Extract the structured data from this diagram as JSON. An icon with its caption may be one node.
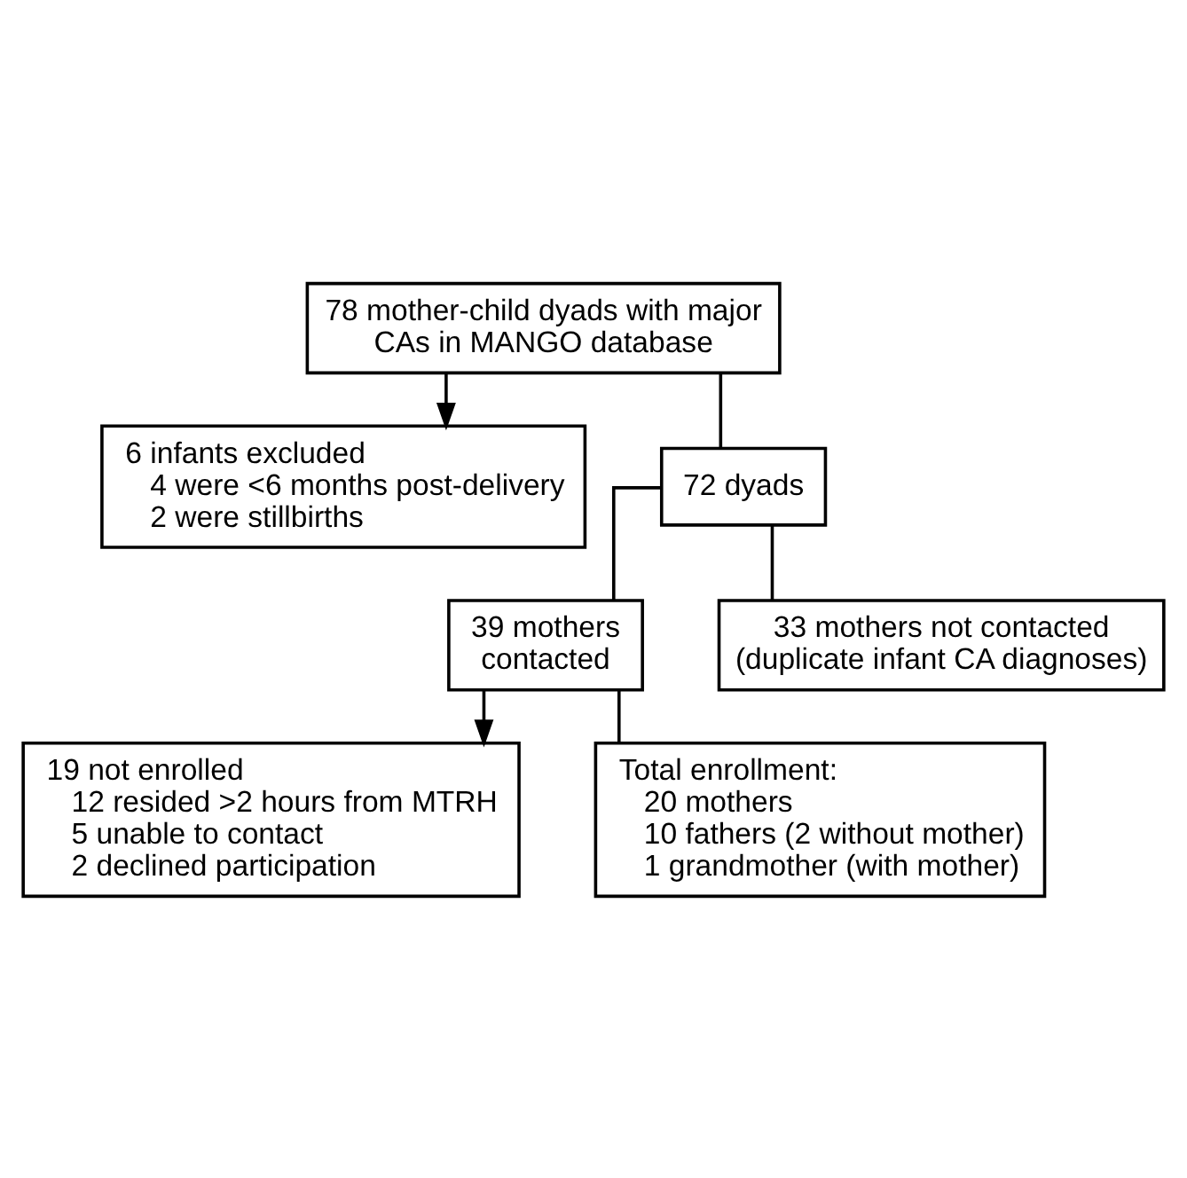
{
  "diagram": {
    "nodes": [
      {
        "text": [
          "78 mother-child dyads with major CAs in MANGO database"
        ]
      },
      {
        "text": [
          "6 infants excluded",
          "4 were <6 months post-delivery",
          "2 were stillbirths"
        ]
      },
      {
        "text": [
          "72 dyads"
        ]
      },
      {
        "text": [
          "39 mothers contacted"
        ]
      },
      {
        "text": [
          "33 mothers not contacted (duplicate infant CA diagnoses)"
        ]
      },
      {
        "text": [
          "19 not enrolled",
          "12 resided >2 hours from MTRH",
          "5 unable to contact",
          "2 declined participation"
        ]
      },
      {
        "text": [
          "Total enrollment:",
          "20 mothers",
          "10 fathers (2 without mother)",
          "1 grandmother (with mother)"
        ]
      }
    ],
    "edges": [
      {
        "from": 0,
        "to": 1,
        "arrow": "to"
      },
      {
        "from": 0,
        "to": 2,
        "arrow": "none"
      },
      {
        "from": 2,
        "to": 3,
        "arrow": "none"
      },
      {
        "from": 2,
        "to": 4,
        "arrow": "none"
      },
      {
        "from": 3,
        "to": 5,
        "arrow": "to"
      },
      {
        "from": 3,
        "to": 6,
        "arrow": "none"
      }
    ]
  }
}
